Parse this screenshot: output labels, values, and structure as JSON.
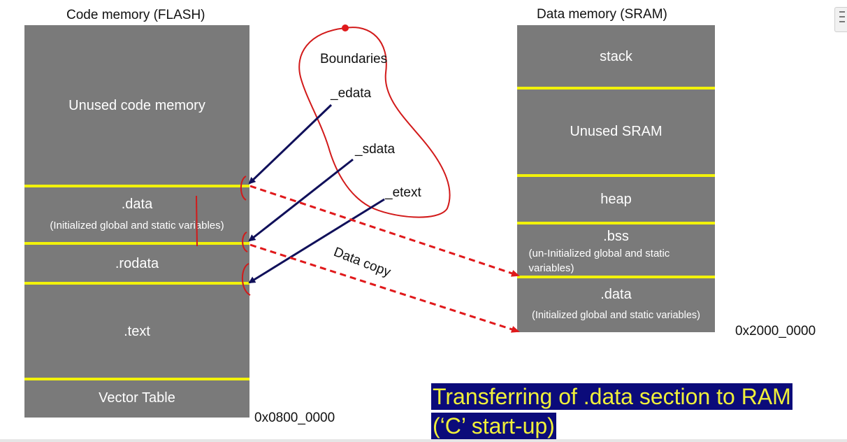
{
  "flash": {
    "title": "Code memory (FLASH)",
    "address": "0x0800_0000",
    "sections": {
      "unused": "Unused code memory",
      "data": ".data",
      "data_desc": "(Initialized global and static variables)",
      "rodata": ".rodata",
      "text": ".text",
      "vector": "Vector Table"
    }
  },
  "sram": {
    "title": "Data memory (SRAM)",
    "address": "0x2000_0000",
    "sections": {
      "stack": "stack",
      "unused": "Unused SRAM",
      "heap": "heap",
      "bss": ".bss",
      "bss_desc": "(un-Initialized global and static variables)",
      "data": ".data",
      "data_desc": "(Initialized global and static variables)"
    }
  },
  "boundaries": {
    "title": "Boundaries",
    "edata": "_edata",
    "sdata": "_sdata",
    "etext": "_etext"
  },
  "copy_label": "Data copy",
  "banner": {
    "line1": "Transferring of .data section to RAM",
    "line2": "(‘C’ start-up)"
  },
  "colors": {
    "block": "#7a7a7a",
    "separator": "#f2f20a",
    "pointer_arrow": "#10105a",
    "copy_arrow": "#e0191b",
    "annotation": "#d21a1a",
    "banner_bg": "#0b0b7a",
    "banner_text": "#f0f03a"
  }
}
